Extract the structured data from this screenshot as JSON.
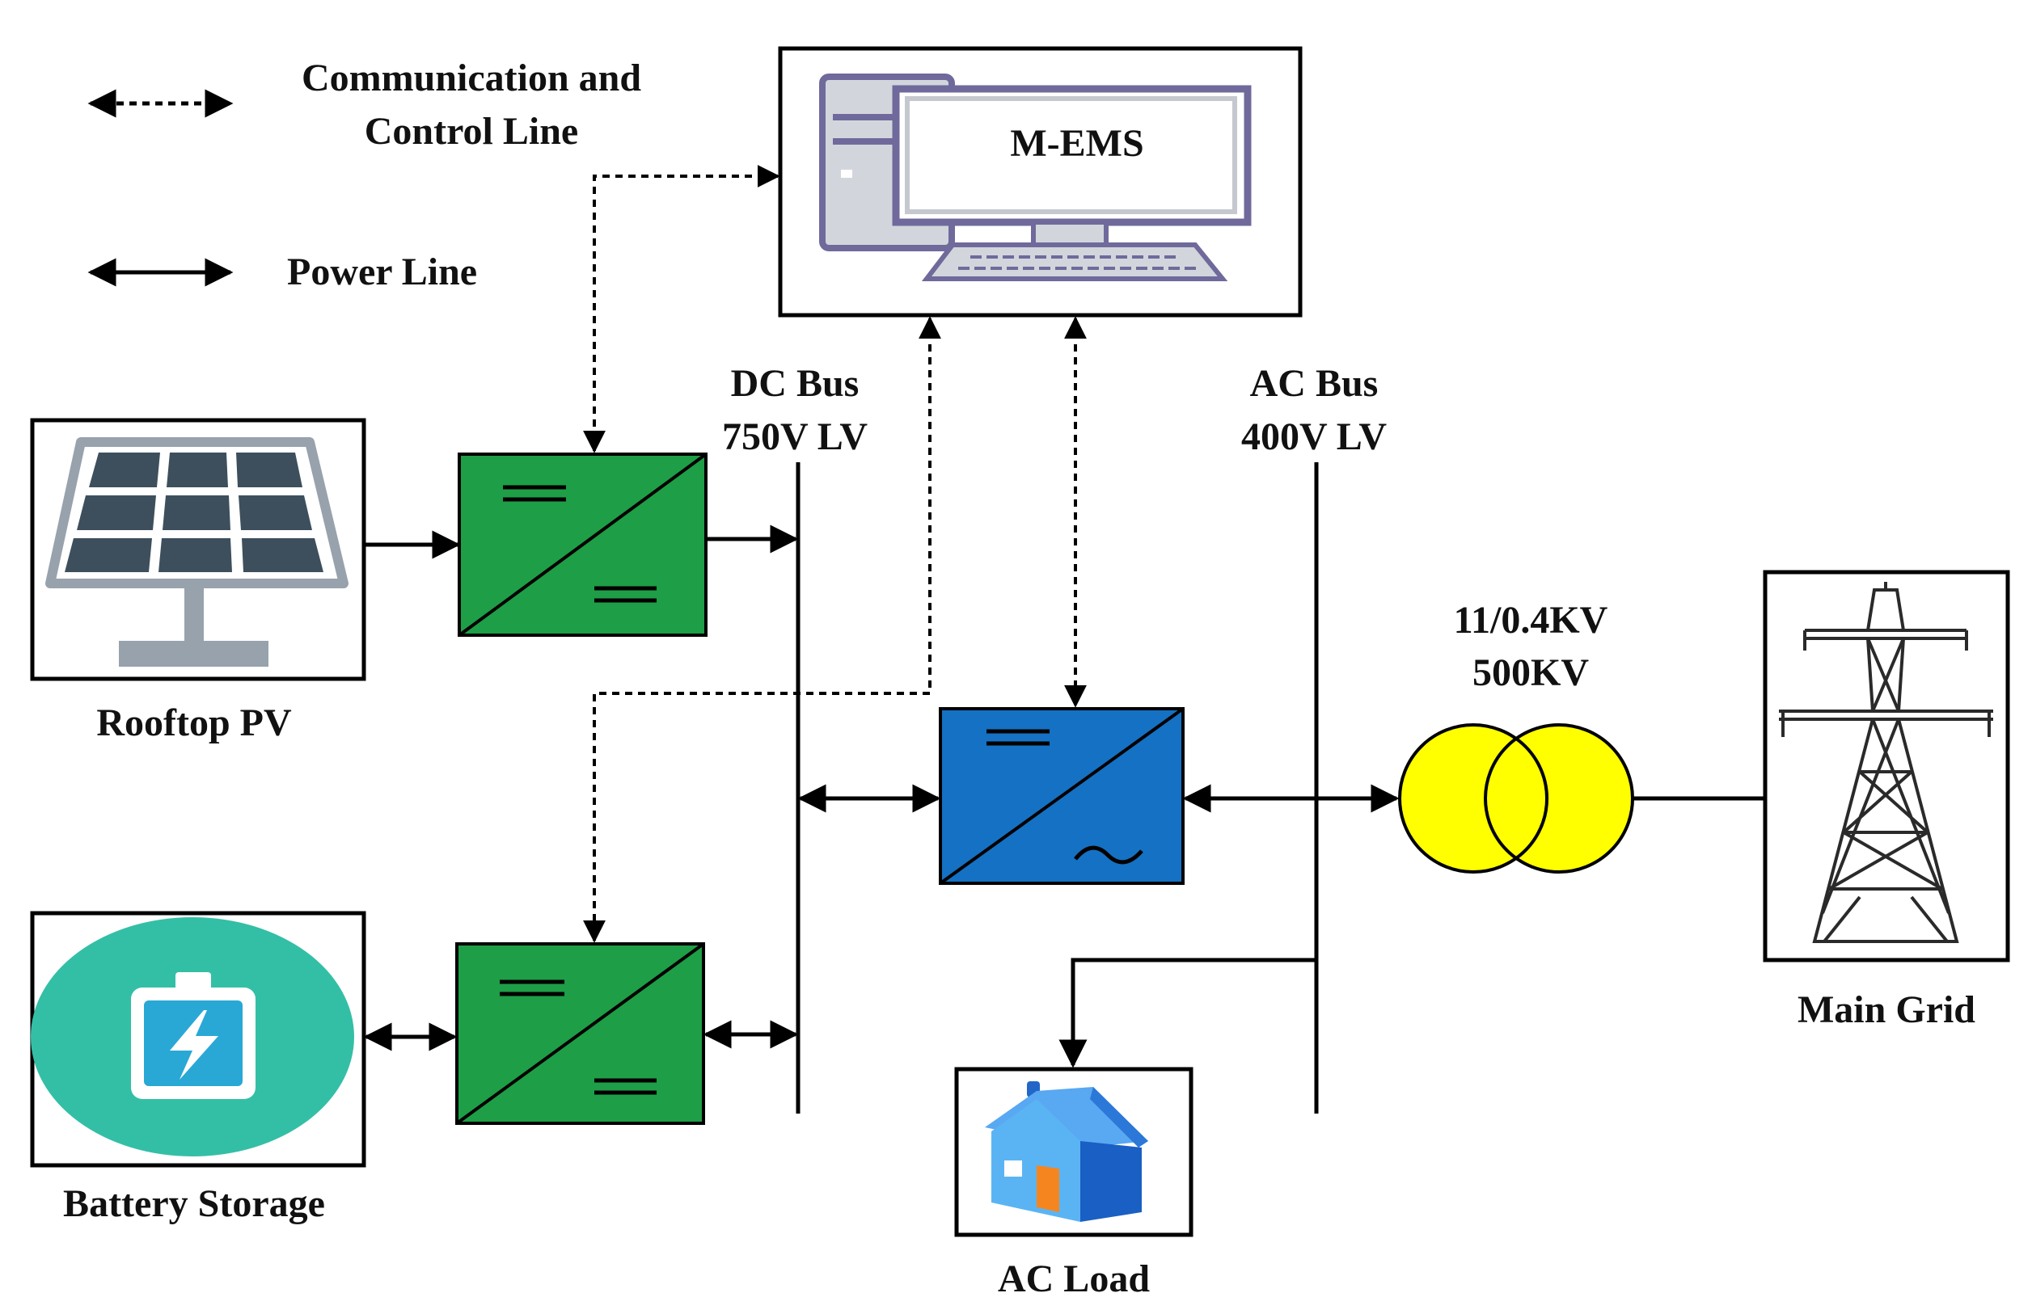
{
  "legend": {
    "comm_line_1": "Communication and",
    "comm_line_2": "Control Line",
    "power_line": "Power Line"
  },
  "ems": {
    "label": "M-EMS"
  },
  "dc_bus": {
    "line1": "DC Bus",
    "line2": "750V LV"
  },
  "ac_bus": {
    "line1": "AC Bus",
    "line2": "400V LV"
  },
  "transformer": {
    "line1": "11/0.4KV",
    "line2": "500KV"
  },
  "components": {
    "pv": "Rooftop PV",
    "battery": "Battery Storage",
    "load": "AC Load",
    "grid": "Main Grid"
  },
  "colors": {
    "dc_converter": "#1e9e46",
    "inverter": "#1571c3",
    "transformer": "#ffff00",
    "battery_bg": "#33bfa6",
    "battery_icon": "#29a8d6",
    "ems_bg": "#f0eef8",
    "pv_panel": "#3d4f5c",
    "pv_frame": "#97a2ad"
  }
}
